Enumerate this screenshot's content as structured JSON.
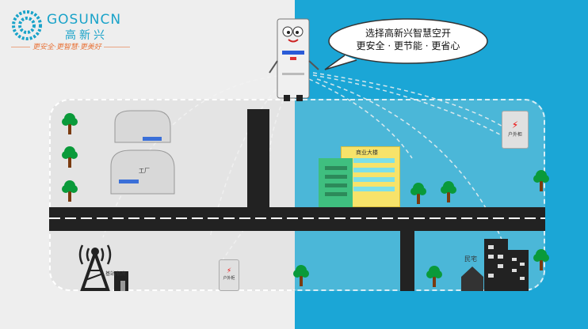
{
  "logo": {
    "brand": "GOSUNCN",
    "cn_name": "高新兴",
    "slogan": "更安全·更智慧·更美好"
  },
  "bubble": {
    "line1": "选择高新兴智慧空开",
    "line2": "更安全 · 更节能 · 更省心"
  },
  "labels": {
    "factory": "工厂",
    "commercial": "商业大楼",
    "residential": "民宅",
    "base_station": "基站/机房",
    "cabinet_top": "户外柜",
    "cabinet_bottom": "户外柜"
  },
  "colors": {
    "left_bg": "#eeeeee",
    "right_bg": "#1ba6d6",
    "road": "#222222",
    "accent_orange": "#e8743a",
    "logo_blue": "#1aa3c9"
  }
}
